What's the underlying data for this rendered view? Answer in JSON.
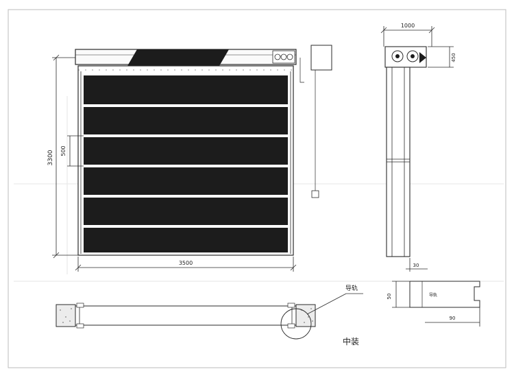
{
  "dimensions": {
    "width": "3500",
    "height": "3300",
    "panel_pitch": "500",
    "side_depth": "1000",
    "head_height": "450",
    "guide_width": "30",
    "guide_depth": "50",
    "guide_total": "90"
  },
  "labels": {
    "guide_rail": "导轨",
    "install_type": "中装",
    "guide_section": "导轨"
  },
  "colors": {
    "panel": "#1c1c1c",
    "line": "#2a2a2a",
    "paper": "#ffffff"
  }
}
